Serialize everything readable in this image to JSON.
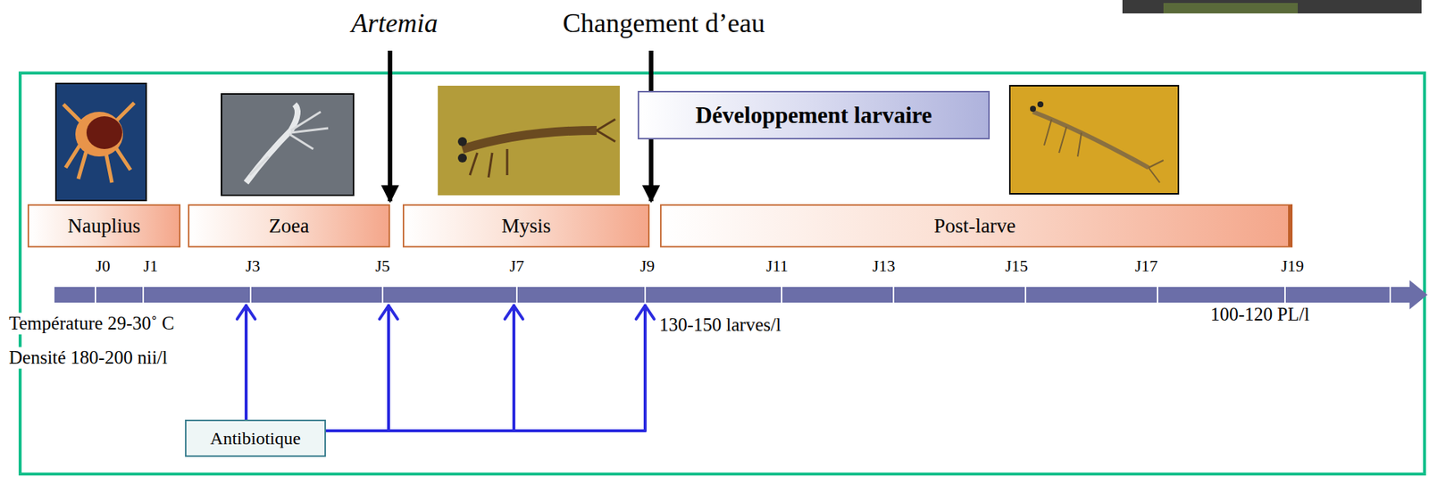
{
  "diagram": {
    "nodes": [
      {
        "text": [
          "Développement larvaire"
        ]
      },
      {
        "text": [
          "Nauplius"
        ]
      },
      {
        "text": [
          "Zoea"
        ]
      },
      {
        "text": [
          "Mysis"
        ]
      },
      {
        "text": [
          "Post-larve"
        ]
      },
      {
        "text": [
          "Antibiotique"
        ]
      }
    ],
    "labels": [
      "Artemia",
      "Changement d’eau",
      "J0",
      "J1",
      "J3",
      "J5",
      "J7",
      "J9",
      "J11",
      "J13",
      "J15",
      "J17",
      "J19",
      "Température 29-30˚ C",
      "Densité  180-200 nii/l",
      "130-150 larves/l",
      "100-120 PL/l"
    ]
  }
}
